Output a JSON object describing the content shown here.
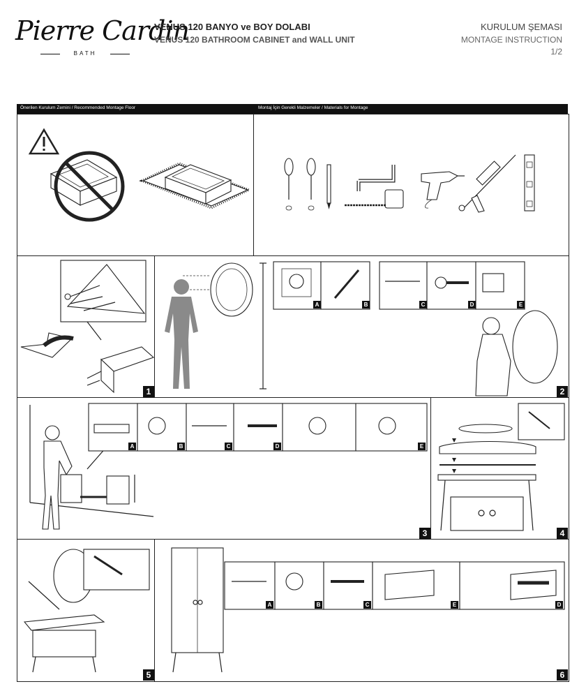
{
  "brand": {
    "name": "Pierre Cardin",
    "sub": "BATH"
  },
  "header": {
    "title_tr": "VENUS 120 BANYO ve BOY DOLABI",
    "title_en": "VENUS 120 BATHROOM CABINET and WALL UNIT",
    "doc_tr": "KURULUM ŞEMASI",
    "doc_en": "MONTAGE INSTRUCTION",
    "page": "1/2"
  },
  "sections": {
    "floor_label": "Önerilen Kurulum Zemini / Recommended Montage Floor",
    "materials_label": "Montaj İçin Gerekli Malzemeler / Materials for Montage"
  },
  "steps": {
    "s1": "1",
    "s2": "2",
    "s3": "3",
    "s4": "4",
    "s5": "5",
    "s6": "6"
  },
  "tags": {
    "a": "A",
    "b": "B",
    "c": "C",
    "d": "D",
    "e": "E"
  },
  "icons": {
    "warning": "warning-triangle-icon",
    "no": "prohibited-icon",
    "tools": [
      "screwdriver-flat-icon",
      "screwdriver-phillips-icon",
      "pencil-icon",
      "allen-key-icon",
      "tape-measure-icon",
      "drill-icon",
      "silicone-gun-icon",
      "spirit-level-icon"
    ]
  },
  "colors": {
    "ink": "#222222",
    "figure": "#8a8a8a",
    "bar": "#111111"
  }
}
